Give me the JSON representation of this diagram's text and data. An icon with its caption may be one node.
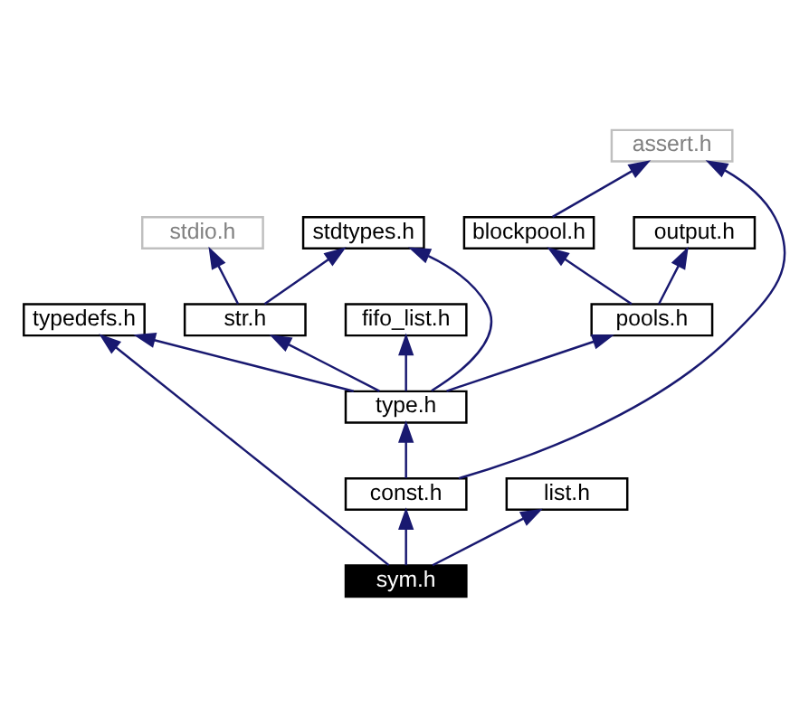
{
  "diagram": {
    "nodes": [
      {
        "text": [
          "assert.h"
        ]
      },
      {
        "text": [
          "stdtypes.h"
        ]
      },
      {
        "text": [
          "stdio.h"
        ]
      },
      {
        "text": [
          "blockpool.h"
        ]
      },
      {
        "text": [
          "output.h"
        ]
      },
      {
        "text": [
          "typedefs.h"
        ]
      },
      {
        "text": [
          "str.h"
        ]
      },
      {
        "text": [
          "fifo_list.h"
        ]
      },
      {
        "text": [
          "pools.h"
        ]
      },
      {
        "text": [
          "type.h"
        ]
      },
      {
        "text": [
          "const.h"
        ]
      },
      {
        "text": [
          "list.h"
        ]
      },
      {
        "text": [
          "sym.h"
        ]
      }
    ],
    "edges": [
      {
        "from": 12,
        "to": 5,
        "arrow": "to"
      },
      {
        "from": 12,
        "to": 10,
        "arrow": "to"
      },
      {
        "from": 12,
        "to": 11,
        "arrow": "to"
      },
      {
        "from": 10,
        "to": 9,
        "arrow": "to"
      },
      {
        "from": 10,
        "to": 0,
        "arrow": "to"
      },
      {
        "from": 9,
        "to": 5,
        "arrow": "to"
      },
      {
        "from": 9,
        "to": 1,
        "arrow": "to"
      },
      {
        "from": 9,
        "to": 6,
        "arrow": "to"
      },
      {
        "from": 9,
        "to": 7,
        "arrow": "to"
      },
      {
        "from": 9,
        "to": 8,
        "arrow": "to"
      },
      {
        "from": 6,
        "to": 1,
        "arrow": "to"
      },
      {
        "from": 6,
        "to": 2,
        "arrow": "to"
      },
      {
        "from": 8,
        "to": 3,
        "arrow": "to"
      },
      {
        "from": 8,
        "to": 4,
        "arrow": "to"
      },
      {
        "from": 3,
        "to": 0,
        "arrow": "to"
      }
    ]
  }
}
